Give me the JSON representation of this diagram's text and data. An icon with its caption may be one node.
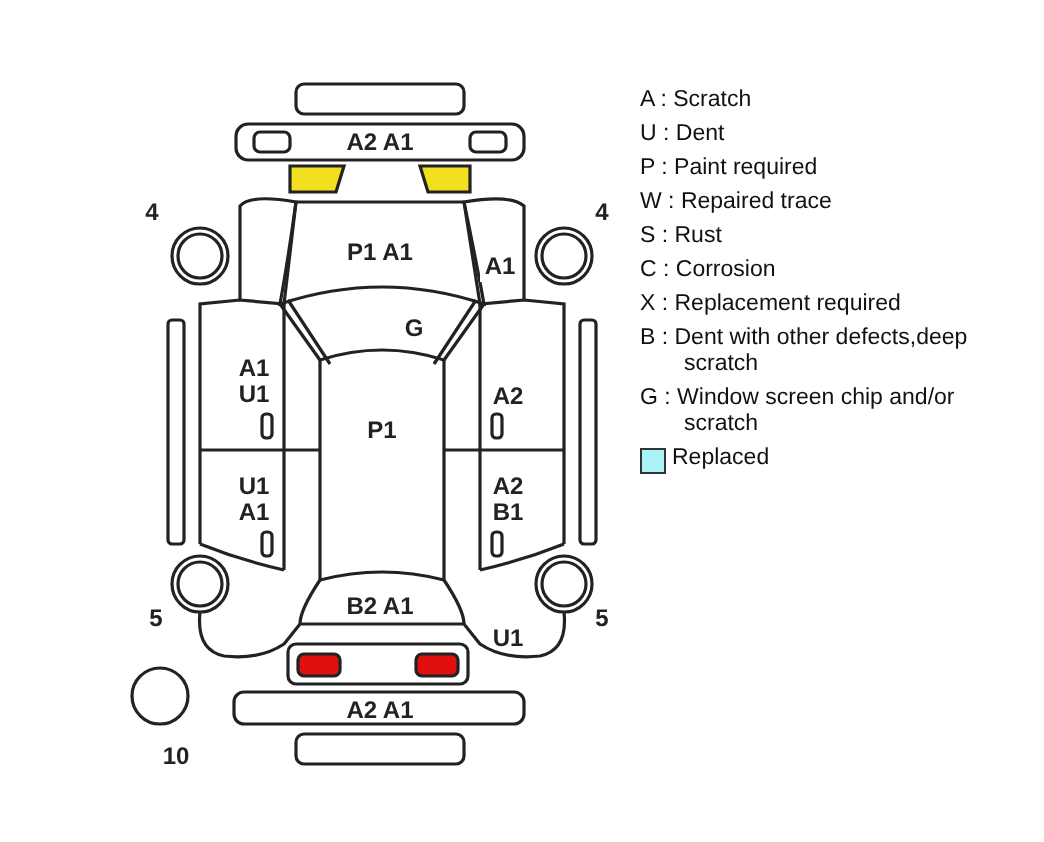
{
  "diagram": {
    "labels": [
      "A2 A1",
      "4",
      "P1 A1",
      "4",
      "A1",
      "G",
      "A1 U1",
      "A2",
      "P1",
      "U1 A1",
      "A2 B1",
      "5",
      "B2 A1",
      "U1",
      "5",
      "A2 A1",
      "10"
    ],
    "legend": [
      {
        "text": "A : Scratch"
      },
      {
        "text": "U : Dent"
      },
      {
        "text": "P : Paint required"
      },
      {
        "text": "W : Repaired trace"
      },
      {
        "text": "S : Rust"
      },
      {
        "text": "C : Corrosion"
      },
      {
        "text": "X : Replacement required"
      },
      {
        "text": "B : Dent with other defects,deep scratch"
      },
      {
        "text": "G : Window screen chip and/or scratch"
      },
      {
        "text": "Replaced",
        "color": "#aaf4f8"
      }
    ]
  }
}
